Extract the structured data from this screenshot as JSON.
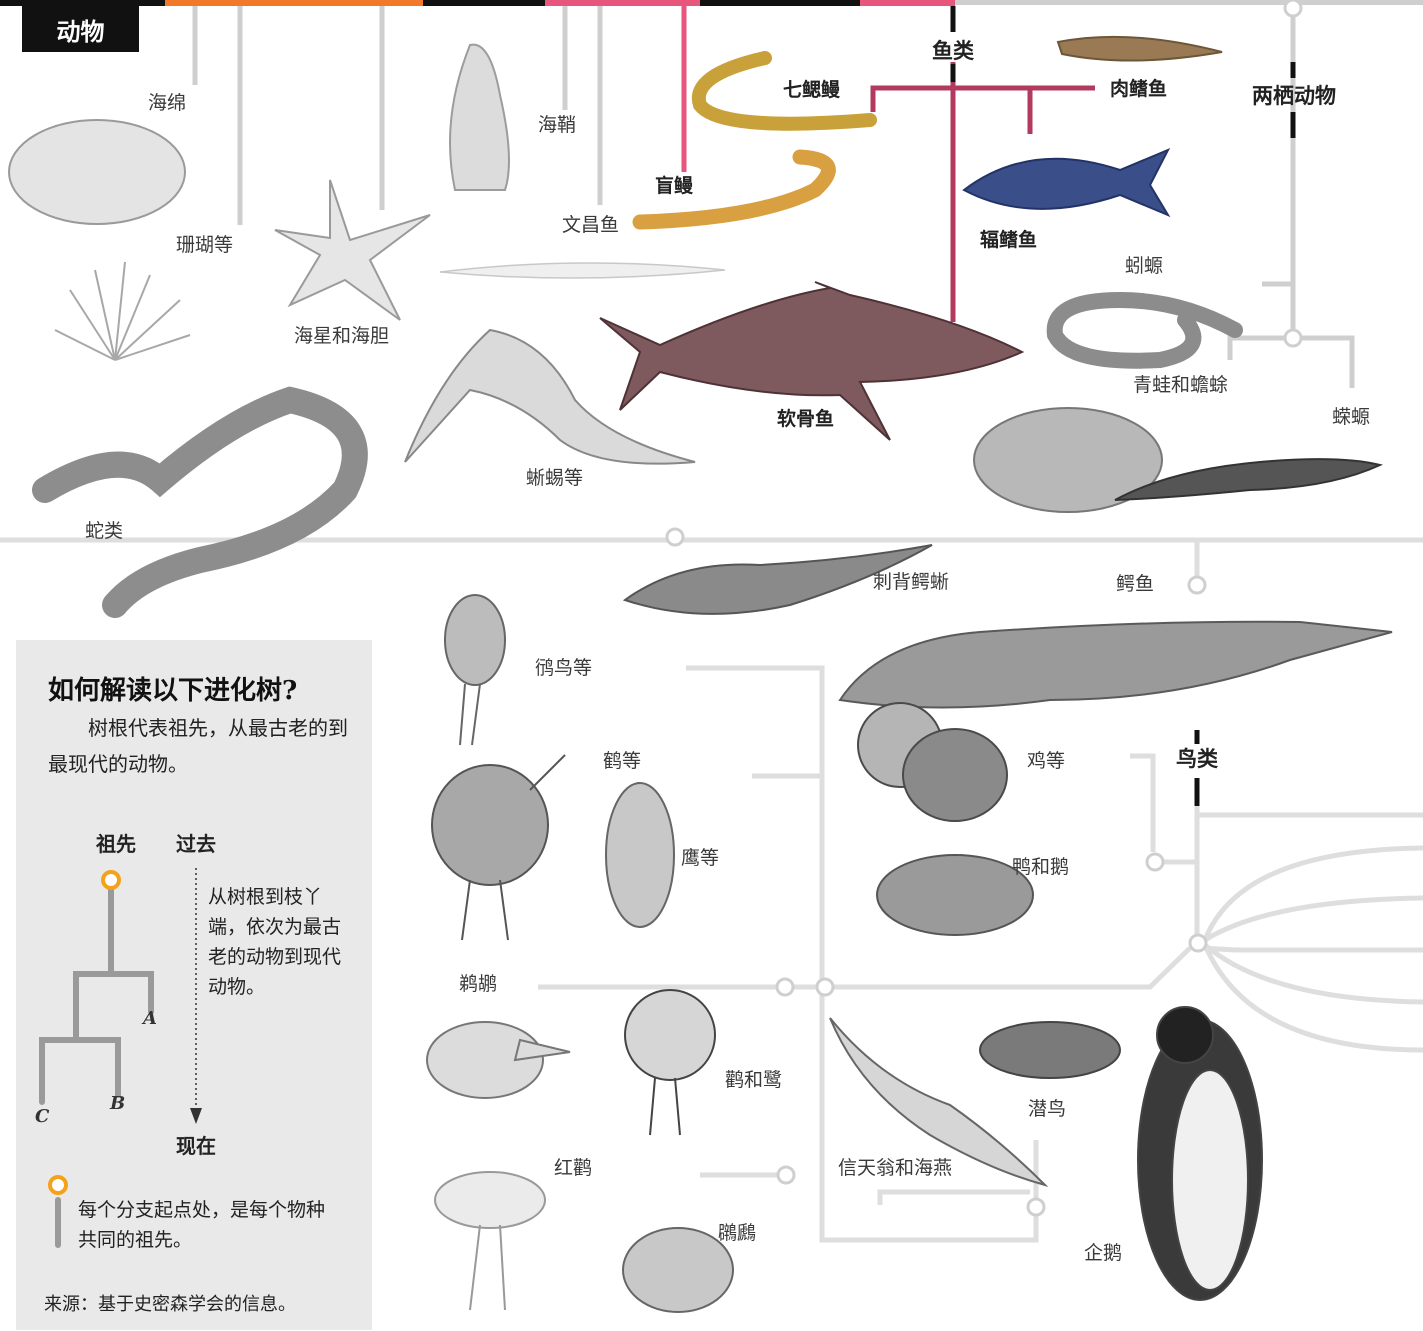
{
  "header": {
    "category": "动物"
  },
  "groups": {
    "fish": "鱼类",
    "amphibians": "两栖动物",
    "birds": "鸟类"
  },
  "labels": {
    "sponges": "海绵",
    "corals": "珊瑚等",
    "starfish": "海星和海胆",
    "sea_squirts": "海鞘",
    "lancelet": "文昌鱼",
    "hagfish": "盲鳗",
    "lamprey": "七鳃鳗",
    "lobe_finned": "肉鳍鱼",
    "ray_finned": "辐鳍鱼",
    "cartilaginous": "软骨鱼",
    "caecilian": "蚓螈",
    "frogs_toads": "青蛙和蟾蜍",
    "salamanders": "蝾螈",
    "snakes": "蛇类",
    "lizards": "蜥蜴等",
    "tuatara": "刺背鳄蜥",
    "crocodiles": "鳄鱼",
    "plovers": "鸻鸟等",
    "cranes": "鹤等",
    "hawks": "鹰等",
    "fowl": "鸡等",
    "ducks_geese": "鸭和鹅",
    "pelicans": "鹈鹕",
    "storks_herons": "鹳和鹭",
    "flamingos": "红鹳",
    "grebes": "鸊鷉",
    "albatross": "信天翁和海燕",
    "loons": "潜鸟",
    "penguins": "企鹅"
  },
  "guide": {
    "title": "如何解读以下进化树?",
    "intro": "树根代表祖先，从最古老的到最现代的动物。",
    "ancestor": "祖先",
    "past": "过去",
    "present": "现在",
    "direction": "从树根到枝丫端，依次为最古老的动物到现代动物。",
    "label_a": "A",
    "label_b": "B",
    "label_c": "C",
    "key_text": "每个分支起点处，是每个物种共同的祖先。",
    "source": "来源：基于史密森学会的信息。"
  },
  "colors": {
    "orange": "#f07a2a",
    "pink": "#e8567e",
    "fish_branch": "#b23a5e",
    "branch_gray": "#cfcfcf",
    "node_orange": "#f4a21a",
    "panel_bg": "#e9e9e9"
  }
}
